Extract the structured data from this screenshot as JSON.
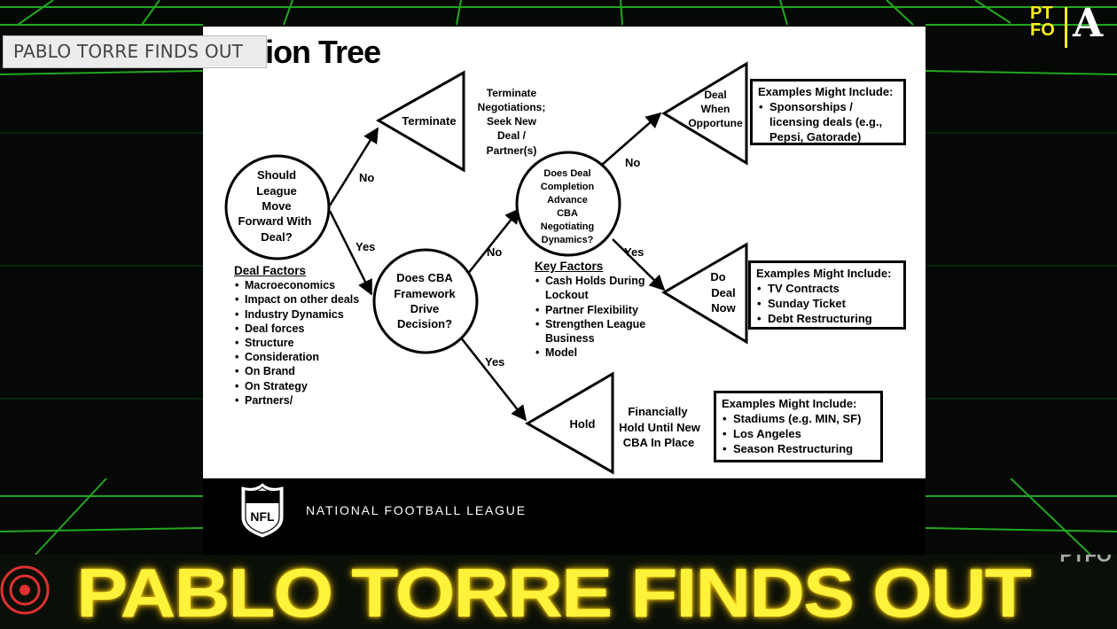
{
  "video_label": "PABLO TORRE FINDS OUT",
  "slide": {
    "title": "ecision Tree",
    "nodes": {
      "q1": [
        "Should",
        "League",
        "Move",
        "Forward With",
        "Deal?"
      ],
      "q2": [
        "Does CBA",
        "Framework",
        "Drive",
        "Decision?"
      ],
      "q3": [
        "Does Deal",
        "Completion",
        "Advance",
        "CBA",
        "Negotiating",
        "Dynamics?"
      ],
      "terminate": "Terminate",
      "deal_when": [
        "Deal",
        "When",
        "Opportune"
      ],
      "do_deal_now": [
        "Do",
        "Deal",
        "Now"
      ],
      "hold": "Hold"
    },
    "edges": {
      "q1_no": "No",
      "q1_yes": "Yes",
      "q2_no": "No",
      "q2_yes": "Yes",
      "q3_no": "No",
      "q3_yes": "Yes"
    },
    "notes": {
      "terminate": [
        "Terminate",
        "Negotiations;",
        "Seek New",
        "Deal /",
        "Partner(s)"
      ],
      "hold": [
        "Financially",
        "Hold Until New",
        "CBA In Place"
      ]
    },
    "deal_factors": {
      "heading": "Deal Factors",
      "items": [
        "Macroeconomics",
        "Impact on other deals",
        "Industry Dynamics",
        "Deal forces",
        "Structure",
        "Consideration",
        "On Brand",
        "On Strategy",
        "Partners/"
      ]
    },
    "key_factors": {
      "heading": "Key Factors",
      "items": [
        "Cash Holds During Lockout",
        "Partner Flexibility",
        "Strengthen League Business",
        "Model"
      ]
    },
    "examples": {
      "deal_when": {
        "heading": "Examples Might Include:",
        "items": [
          "Sponsorships / licensing deals (e.g., Pepsi, Gatorade)"
        ]
      },
      "do_deal_now": {
        "heading": "Examples Might Include:",
        "items": [
          "TV Contracts",
          "Sunday Ticket",
          "Debt Restructuring"
        ]
      },
      "hold": {
        "heading": "Examples Might Include:",
        "items": [
          "Stadiums (e.g. MIN, SF)",
          "Los Angeles",
          "Season Restructuring"
        ]
      }
    },
    "footer": {
      "shield_text": "NFL",
      "org_name": "NATIONAL FOOTBALL LEAGUE"
    }
  },
  "logo": {
    "pt": "PT",
    "fo": "FO",
    "a": "A"
  },
  "banner": {
    "text": "PABLO TORRE FINDS OUT",
    "corner_mark": "PTFO"
  },
  "colors": {
    "neon_green": "#2bdc2b",
    "banner_yellow": "#fff23a",
    "logo_yellow": "#ffec1a"
  }
}
